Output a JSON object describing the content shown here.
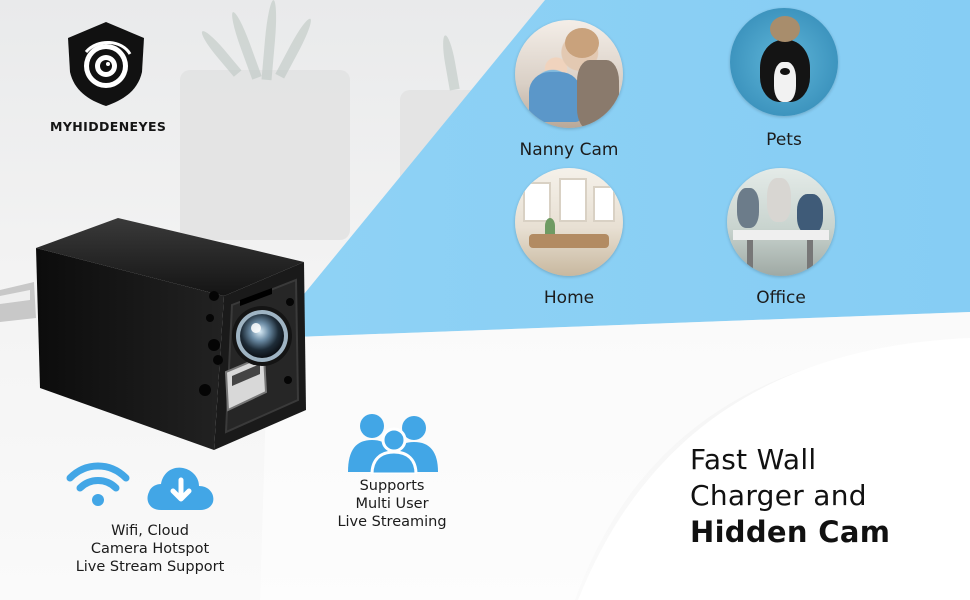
{
  "brand": {
    "name": "MYHIDDENEYES",
    "logo_icon": "shield-eye-icon"
  },
  "use_cases": [
    {
      "label": "Nanny Cam",
      "icon": "nanny-photo"
    },
    {
      "label": "Pets",
      "icon": "pets-photo"
    },
    {
      "label": "Home",
      "icon": "home-photo"
    },
    {
      "label": "Office",
      "icon": "office-photo"
    }
  ],
  "features": {
    "connectivity": {
      "icons": [
        "wifi-icon",
        "cloud-download-icon"
      ],
      "lines": [
        "Wifi, Cloud",
        "Camera Hotspot",
        "Live Stream Support"
      ]
    },
    "multi_user": {
      "icons": [
        "users-icon"
      ],
      "lines": [
        "Supports",
        "Multi User",
        "Live Streaming"
      ]
    }
  },
  "headline": {
    "line1": "Fast Wall",
    "line2": "Charger and",
    "line3": "Hidden Cam"
  },
  "colors": {
    "accent_blue": "#7ecbf3",
    "icon_blue": "#42a6e6",
    "text_dark": "#111111"
  }
}
